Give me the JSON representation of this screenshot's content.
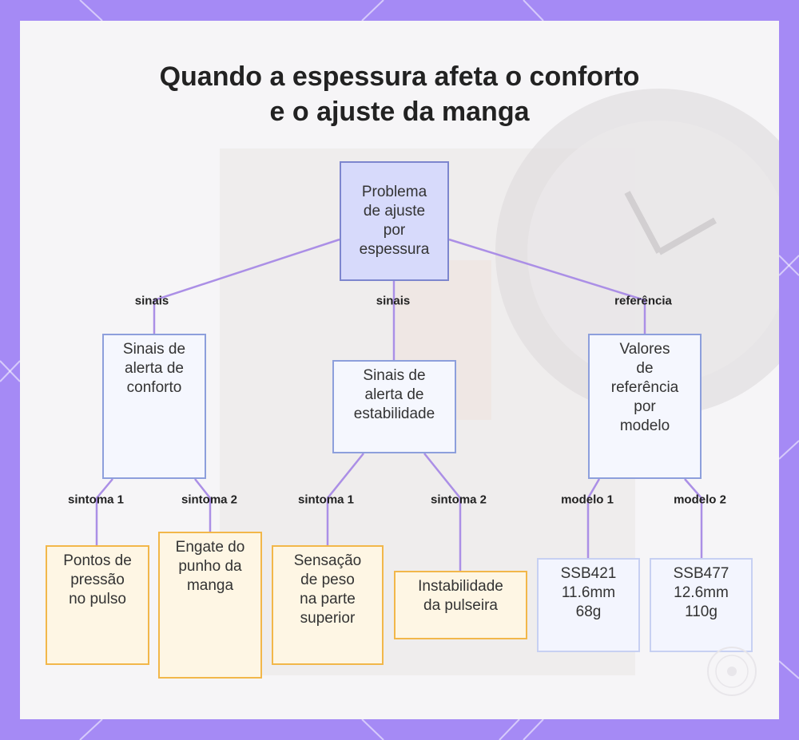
{
  "diagram": {
    "title_line1": "Quando a espessura afeta o conforto",
    "title_line2": "e o ajuste da manga",
    "nodes": {
      "root": "Problema\nde ajuste\npor\nespessura",
      "comfort": "Sinais de\nalerta de\nconforto",
      "stability": "Sinais de\nalerta de\nestabilidade",
      "reference": "Valores\nde\nreferência\npor\nmodelo",
      "pressure": "Pontos de\npressão\nno pulso",
      "cuff": "Engate do\npunho da\nmanga",
      "weight": "Sensação\nde peso\nna parte\nsuperior",
      "strap": "Instabilidade\nda pulseira",
      "ssb421": "SSB421\n11.6mm\n68g",
      "ssb477": "SSB477\n12.6mm\n110g"
    },
    "edges": {
      "root_comfort": "sinais",
      "root_stability": "sinais",
      "root_reference": "referência",
      "comfort_pressure": "sintoma 1",
      "comfort_cuff": "sintoma 2",
      "stability_weight": "sintoma 1",
      "stability_strap": "sintoma 2",
      "reference_ssb421": "modelo 1",
      "reference_ssb477": "modelo 2"
    },
    "colors": {
      "background": "#a58af5",
      "connector": "#ab8fe6",
      "root_fill": "#d7dafb",
      "leaf_border": "#f2b74a"
    }
  }
}
